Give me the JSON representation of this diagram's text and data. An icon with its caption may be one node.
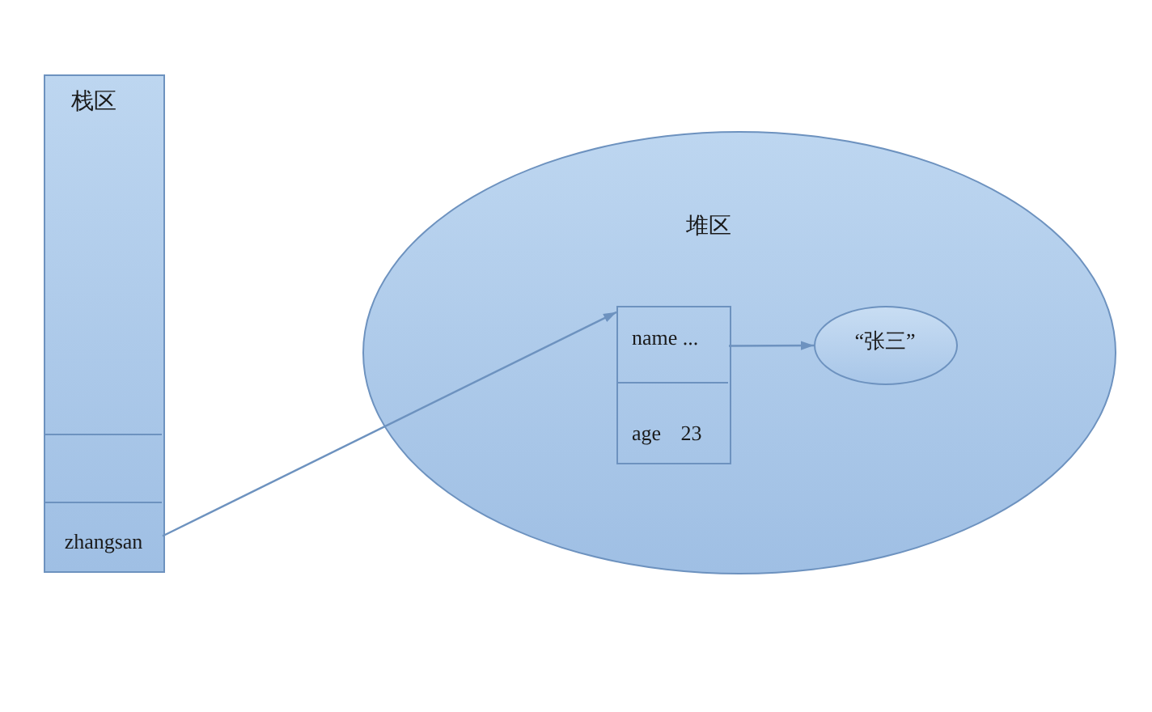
{
  "diagram": {
    "nodes": [
      {
        "text": [
          "栈区"
        ]
      },
      {
        "text": [],
        "shape": "box",
        "in": 0
      },
      {
        "text": [
          "zhangsan"
        ],
        "in": 0
      },
      {
        "text": [
          "堆区"
        ]
      },
      {
        "text": [],
        "shape": "box",
        "in": 3
      },
      {
        "text": [
          "name ..."
        ],
        "in": 4
      },
      {
        "text": [
          "age 23"
        ],
        "in": 4
      },
      {
        "text": [
          "“张三”"
        ],
        "in": 3
      }
    ],
    "edges": [
      {
        "from": 2,
        "to": 4,
        "arrow": "to"
      },
      {
        "from": 5,
        "to": 7,
        "arrow": "to"
      }
    ]
  }
}
